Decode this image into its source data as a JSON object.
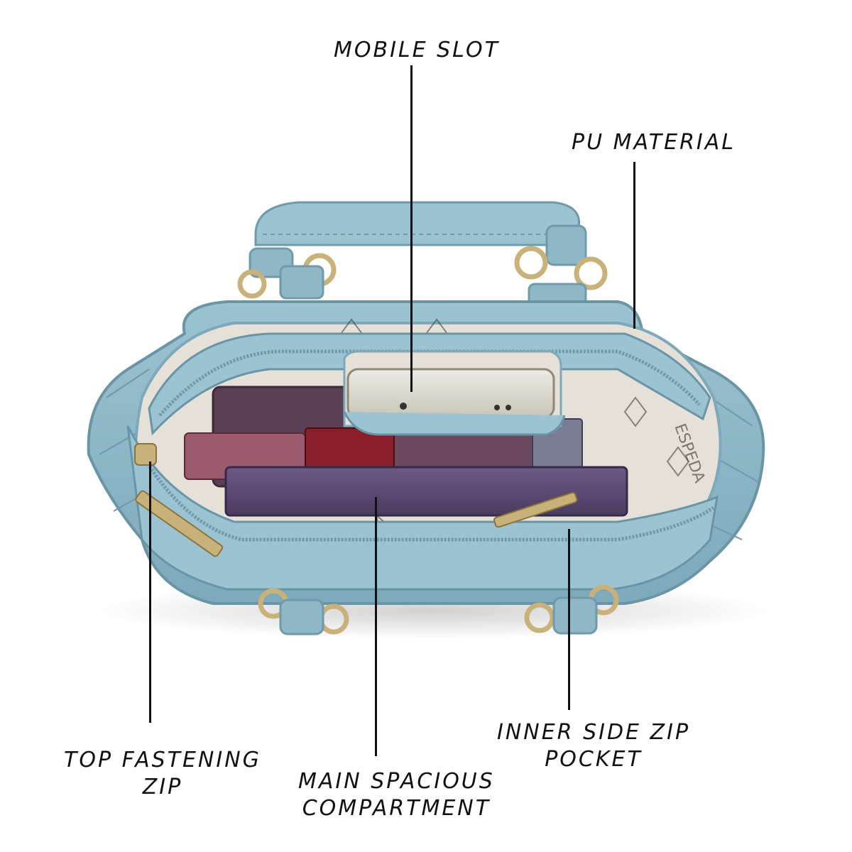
{
  "callouts": {
    "mobile_slot": "MOBILE SLOT",
    "pu_material": "PU MATERIAL",
    "top_zip": {
      "line1": "TOP FASTENING",
      "line2": "ZIP"
    },
    "main_compartment": {
      "line1": "MAIN SPACIOUS",
      "line2": "COMPARTMENT"
    },
    "inner_pocket": {
      "line1": "INNER SIDE ZIP",
      "line2": "POCKET"
    }
  },
  "product": {
    "lining_print": "ESPEDA",
    "colors": {
      "bag_body": "#8fb7c6",
      "bag_shadow": "#6f9aab",
      "lining": "#e6e1d8",
      "hardware": "#c9b27a",
      "phone": "#d9d4c7",
      "wallet": "#5b3f54",
      "lipstick": "#8a1f2c"
    }
  }
}
